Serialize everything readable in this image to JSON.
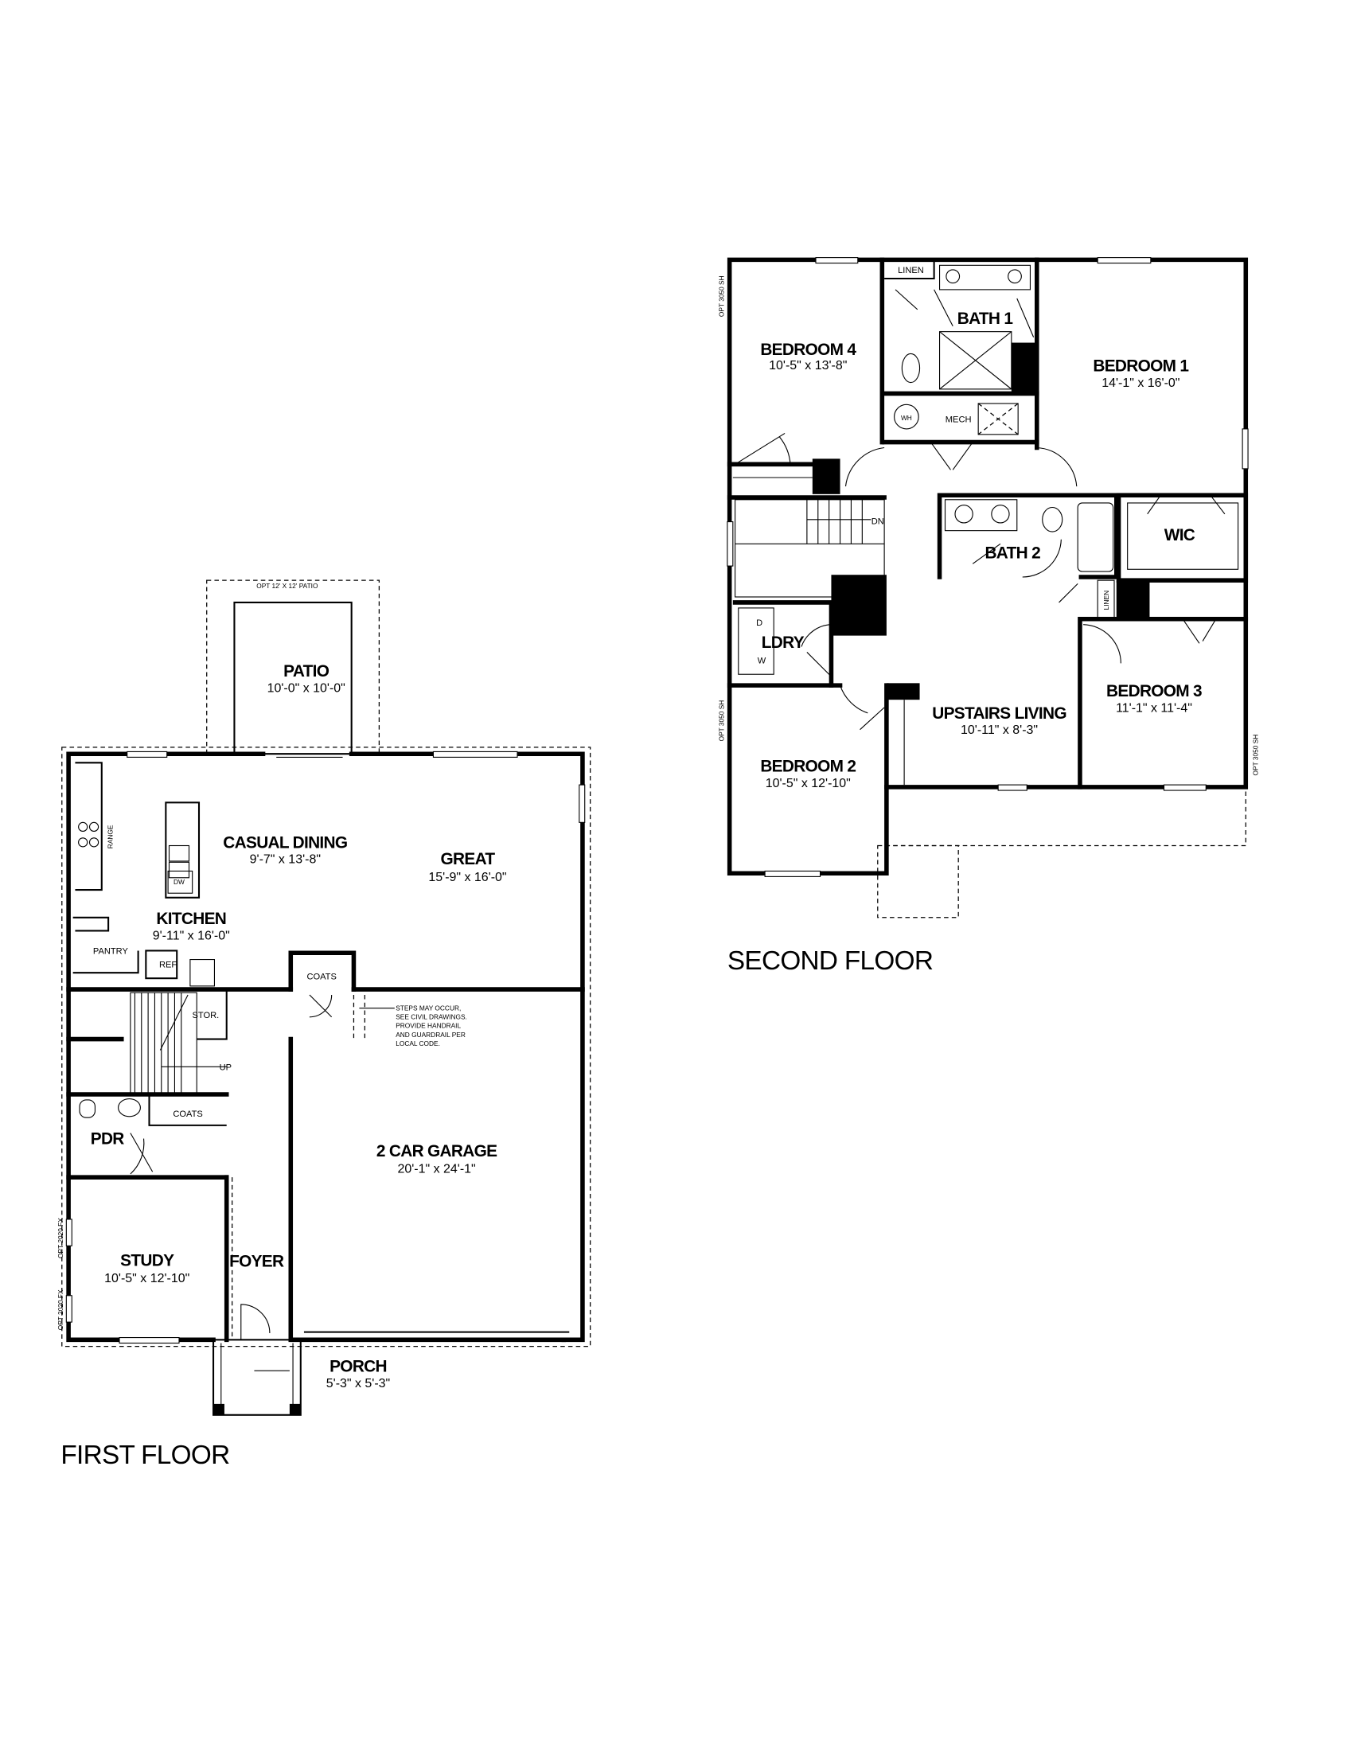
{
  "first_floor": {
    "title": "FIRST FLOOR",
    "rooms": {
      "patio": {
        "name": "PATIO",
        "dims": "10'-0\" x 10'-0\""
      },
      "opt_patio": "OPT 12' X 12' PATIO",
      "casual_dining": {
        "name": "CASUAL DINING",
        "dims": "9'-7\" x 13'-8\""
      },
      "great": {
        "name": "GREAT",
        "dims": "15'-9\" x 16'-0\""
      },
      "kitchen": {
        "name": "KITCHEN",
        "dims": "9'-11\" x 16'-0\""
      },
      "garage": {
        "name": "2 CAR GARAGE",
        "dims": "20'-1\" x 24'-1\""
      },
      "study": {
        "name": "STUDY",
        "dims": "10'-5\" x 12'-10\""
      },
      "foyer": {
        "name": "FOYER"
      },
      "porch": {
        "name": "PORCH",
        "dims": "5'-3\" x 5'-3\""
      },
      "pdr": {
        "name": "PDR"
      }
    },
    "labels": {
      "pantry": "PANTRY",
      "ref": "REF",
      "range": "RANGE",
      "dw": "DW",
      "coats_1": "COATS",
      "coats_2": "COATS",
      "stor": "STOR.",
      "up": "UP",
      "opt_window_1": "OPT 2020 FX",
      "opt_window_2": "OPT 2020 FX"
    },
    "note": [
      "STEPS MAY OCCUR,",
      "SEE CIVIL DRAWINGS.",
      "PROVIDE HANDRAIL",
      "AND GUARDRAIL PER",
      "LOCAL CODE."
    ]
  },
  "second_floor": {
    "title": "SECOND FLOOR",
    "rooms": {
      "bedroom4": {
        "name": "BEDROOM 4",
        "dims": "10'-5\" x 13'-8\""
      },
      "bath1": {
        "name": "BATH 1"
      },
      "bedroom1": {
        "name": "BEDROOM 1",
        "dims": "14'-1\" x 16'-0\""
      },
      "bath2": {
        "name": "BATH 2"
      },
      "wic": {
        "name": "WIC"
      },
      "ldry": {
        "name": "LDRY"
      },
      "bedroom3": {
        "name": "BEDROOM 3",
        "dims": "11'-1\" x 11'-4\""
      },
      "upstairs_living": {
        "name": "UPSTAIRS LIVING",
        "dims": "10'-11\" x 8'-3\""
      },
      "bedroom2": {
        "name": "BEDROOM 2",
        "dims": "10'-5\" x 12'-10\""
      }
    },
    "labels": {
      "linen_1": "LINEN",
      "linen_2": "LINEN",
      "wh": "WH",
      "mech": "MECH",
      "dn": "DN",
      "dryer": "D",
      "washer": "W",
      "opt_window_1": "OPT 3050 SH",
      "opt_window_2": "OPT 3050 SH",
      "opt_window_3": "OPT 3050 SH"
    }
  }
}
